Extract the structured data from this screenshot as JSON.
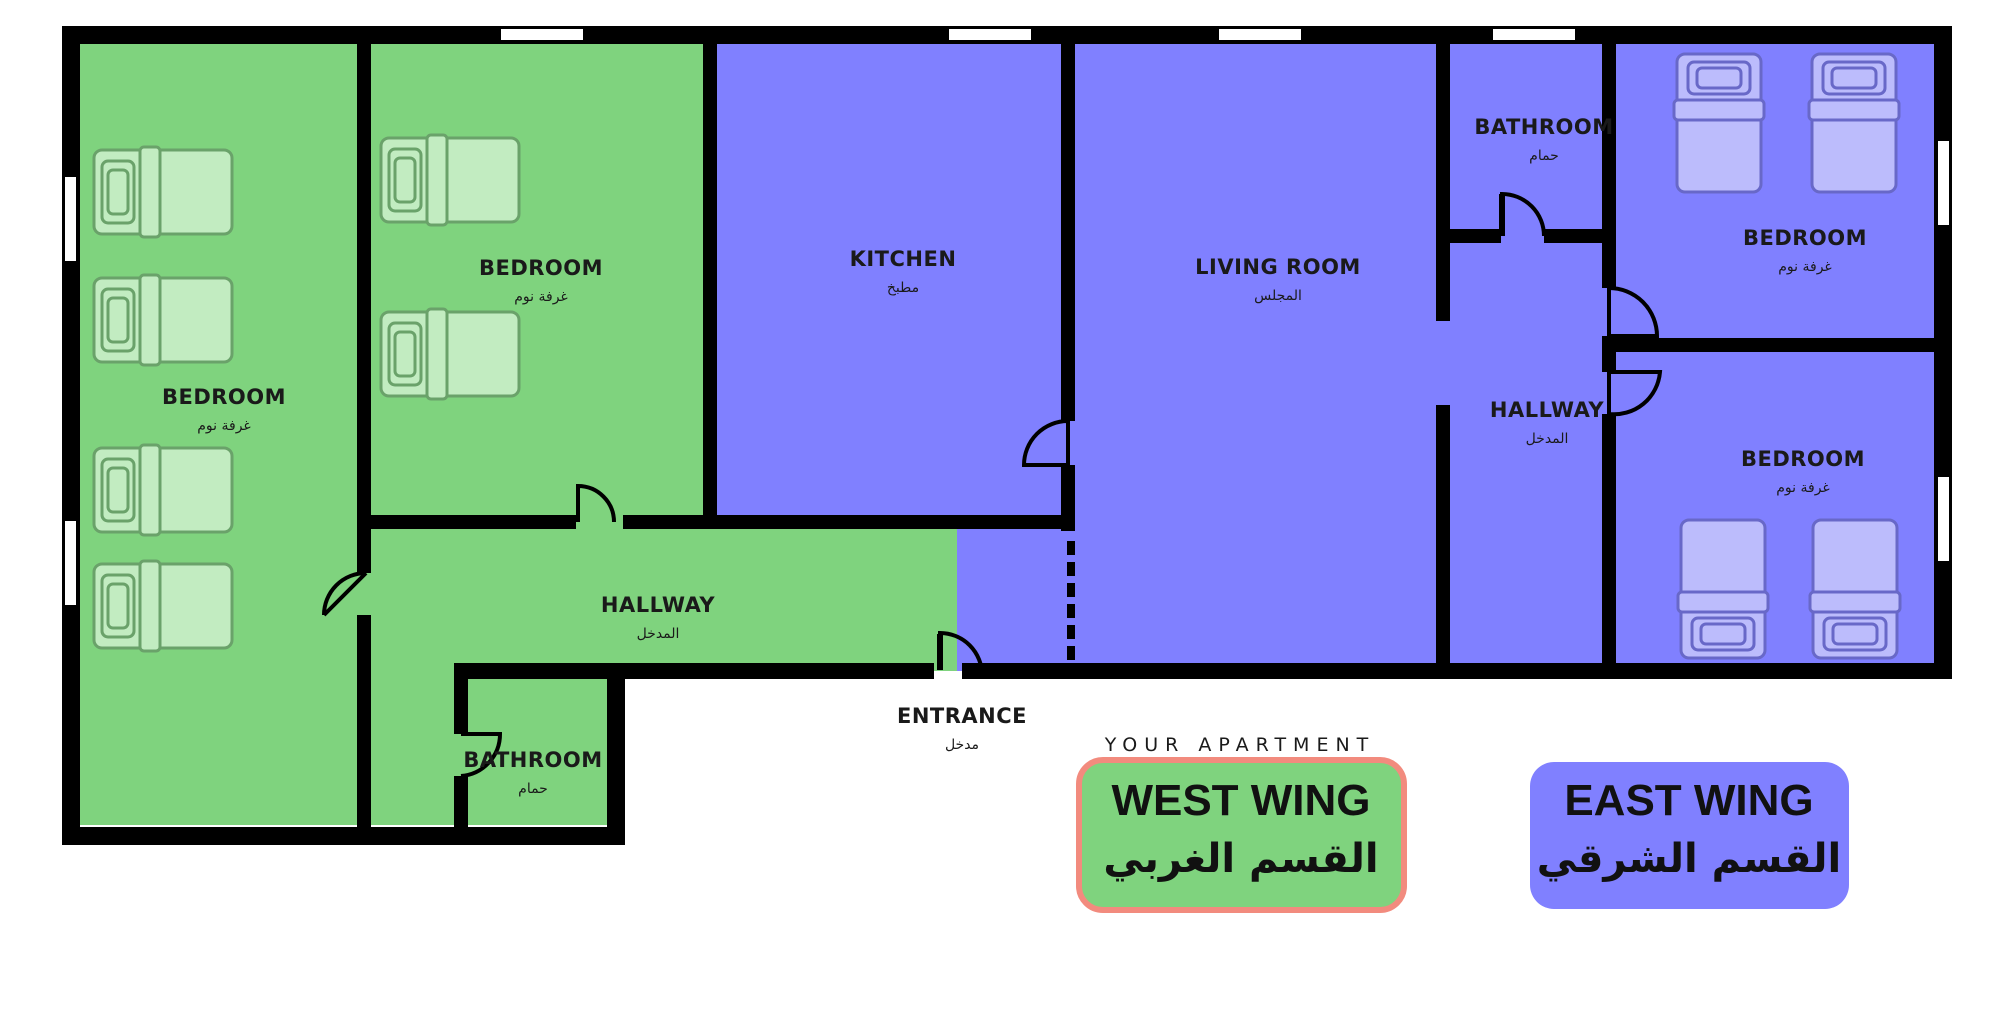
{
  "colors": {
    "west": "#7fd37e",
    "east": "#8080ff",
    "wall": "#000000",
    "west_bed": "#c2ecc1",
    "west_bed_line": "#6aa26a",
    "east_bed": "#bcbcfc",
    "east_bed_line": "#6868c8",
    "highlight_border": "#f28b7e"
  },
  "rooms": {
    "west_bedroom_large": {
      "en": "BEDROOM",
      "ar": "غرفة نوم"
    },
    "west_bedroom_small": {
      "en": "BEDROOM",
      "ar": "غرفة نوم"
    },
    "west_hallway": {
      "en": "HALLWAY",
      "ar": "المدخل"
    },
    "west_bathroom": {
      "en": "BATHROOM",
      "ar": "حمام"
    },
    "kitchen": {
      "en": "KITCHEN",
      "ar": "مطبخ"
    },
    "living_room": {
      "en": "LIVING ROOM",
      "ar": "المجلس"
    },
    "east_bathroom": {
      "en": "BATHROOM",
      "ar": "حمام"
    },
    "east_hallway": {
      "en": "HALLWAY",
      "ar": "المدخل"
    },
    "east_bedroom_top": {
      "en": "BEDROOM",
      "ar": "غرفة نوم"
    },
    "east_bedroom_bottom": {
      "en": "BEDROOM",
      "ar": "غرفة نوم"
    },
    "entrance": {
      "en": "ENTRANCE",
      "ar": "مدخل"
    }
  },
  "legend": {
    "tagline": "YOUR APARTMENT",
    "west": {
      "en": "WEST WING",
      "ar": "القسم الغربي"
    },
    "east": {
      "en": "EAST WING",
      "ar": "القسم الشرقي"
    }
  }
}
